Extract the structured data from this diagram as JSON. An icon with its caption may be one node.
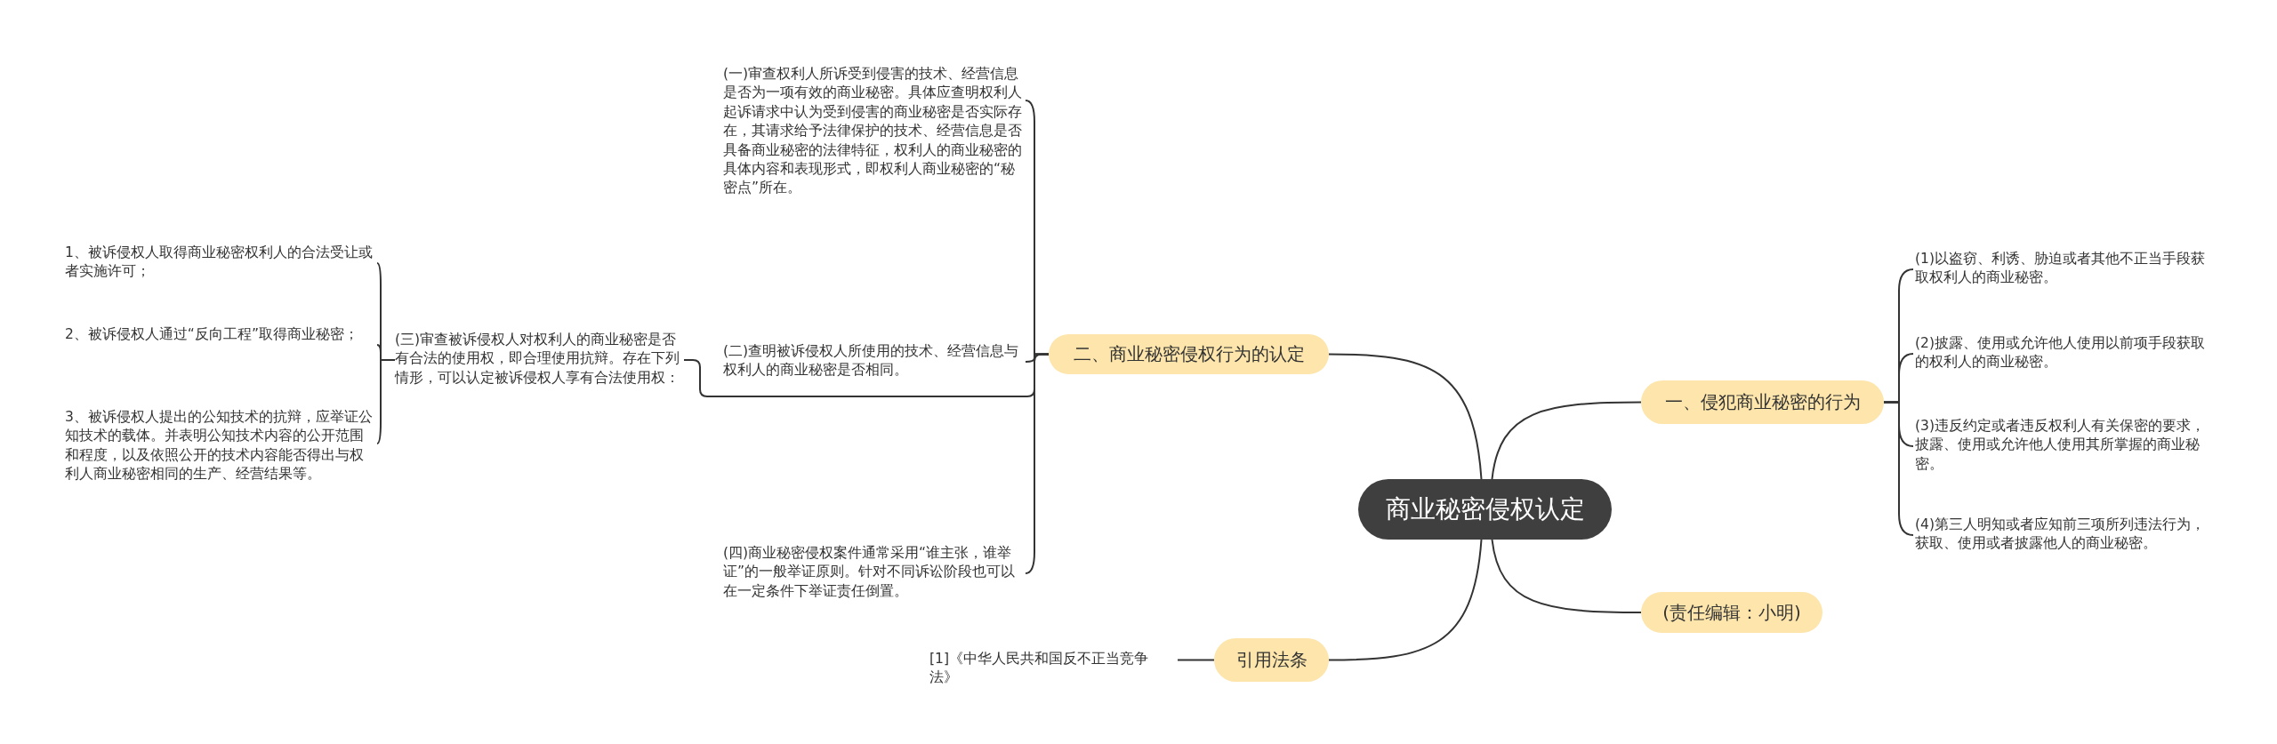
{
  "diagram": {
    "nodes": [
      {
        "text": [
          "商业秘密侵权认定"
        ]
      },
      {
        "text": [
          "二、商业秘密侵权行为的认定"
        ]
      },
      {
        "text": [
          "(一)审查权利人所诉受到侵害的技术、经营信息是否为一项有效的商业秘密。具体应查明权利人起诉请求中认为受到侵害的商业秘密是否实际存在，其请求给予法律保护的技术、经营信息是否具备商业秘密的法律特征，权利人的商业秘密的具体内容和表现形式，即权利人商业秘密的“秘密点”所在。"
        ]
      },
      {
        "text": [
          "(二)查明被诉侵权人所使用的技术、经营信息与权利人的商业秘密是否相同。"
        ]
      },
      {
        "text": [
          "(三)审查被诉侵权人对权利人的商业秘密是否有合法的使用权，即合理使用抗辩。存在下列情形，可以认定被诉侵权人享有合法使用权："
        ]
      },
      {
        "text": [
          "1、被诉侵权人取得商业秘密权利人的合法受让或者实施许可；"
        ]
      },
      {
        "text": [
          "2、被诉侵权人通过“反向工程”取得商业秘密；"
        ]
      },
      {
        "text": [
          "3、被诉侵权人提出的公知技术的抗辩，应举证公知技术的载体。并表明公知技术内容的公开范围和程度，以及依照公开的技术内容能否得出与权利人商业秘密相同的生产、经营结果等。"
        ]
      },
      {
        "text": [
          "(四)商业秘密侵权案件通常采用“谁主张，谁举证”的一般举证原则。针对不同诉讼阶段也可以在一定条件下举证责任倒置。"
        ]
      },
      {
        "text": [
          "引用法条"
        ]
      },
      {
        "text": [
          "[1]《中华人民共和国反不正当竞争法》"
        ]
      },
      {
        "text": [
          "一、侵犯商业秘密的行为"
        ]
      },
      {
        "text": [
          "(1)以盗窃、利诱、胁迫或者其他不正当手段获取权利人的商业秘密。"
        ]
      },
      {
        "text": [
          "(2)披露、使用或允许他人使用以前项手段获取的权利人的商业秘密。"
        ]
      },
      {
        "text": [
          "(3)违反约定或者违反权利人有关保密的要求，披露、使用或允许他人使用其所掌握的商业秘密。"
        ]
      },
      {
        "text": [
          "(4)第三人明知或者应知前三项所列违法行为，获取、使用或者披露他人的商业秘密。"
        ]
      },
      {
        "text": [
          "(责任编辑：小明)"
        ]
      }
    ],
    "edges": [
      {
        "from": 0,
        "to": 1,
        "arrow": "none"
      },
      {
        "from": 1,
        "to": 2,
        "arrow": "none"
      },
      {
        "from": 1,
        "to": 3,
        "arrow": "none"
      },
      {
        "from": 1,
        "to": 4,
        "arrow": "none"
      },
      {
        "from": 4,
        "to": 5,
        "arrow": "none"
      },
      {
        "from": 4,
        "to": 6,
        "arrow": "none"
      },
      {
        "from": 4,
        "to": 7,
        "arrow": "none"
      },
      {
        "from": 1,
        "to": 8,
        "arrow": "none"
      },
      {
        "from": 0,
        "to": 9,
        "arrow": "none"
      },
      {
        "from": 9,
        "to": 10,
        "arrow": "none"
      },
      {
        "from": 0,
        "to": 11,
        "arrow": "none"
      },
      {
        "from": 11,
        "to": 12,
        "arrow": "none"
      },
      {
        "from": 11,
        "to": 13,
        "arrow": "none"
      },
      {
        "from": 11,
        "to": 14,
        "arrow": "none"
      },
      {
        "from": 11,
        "to": 15,
        "arrow": "none"
      },
      {
        "from": 0,
        "to": 16,
        "arrow": "none"
      }
    ]
  }
}
